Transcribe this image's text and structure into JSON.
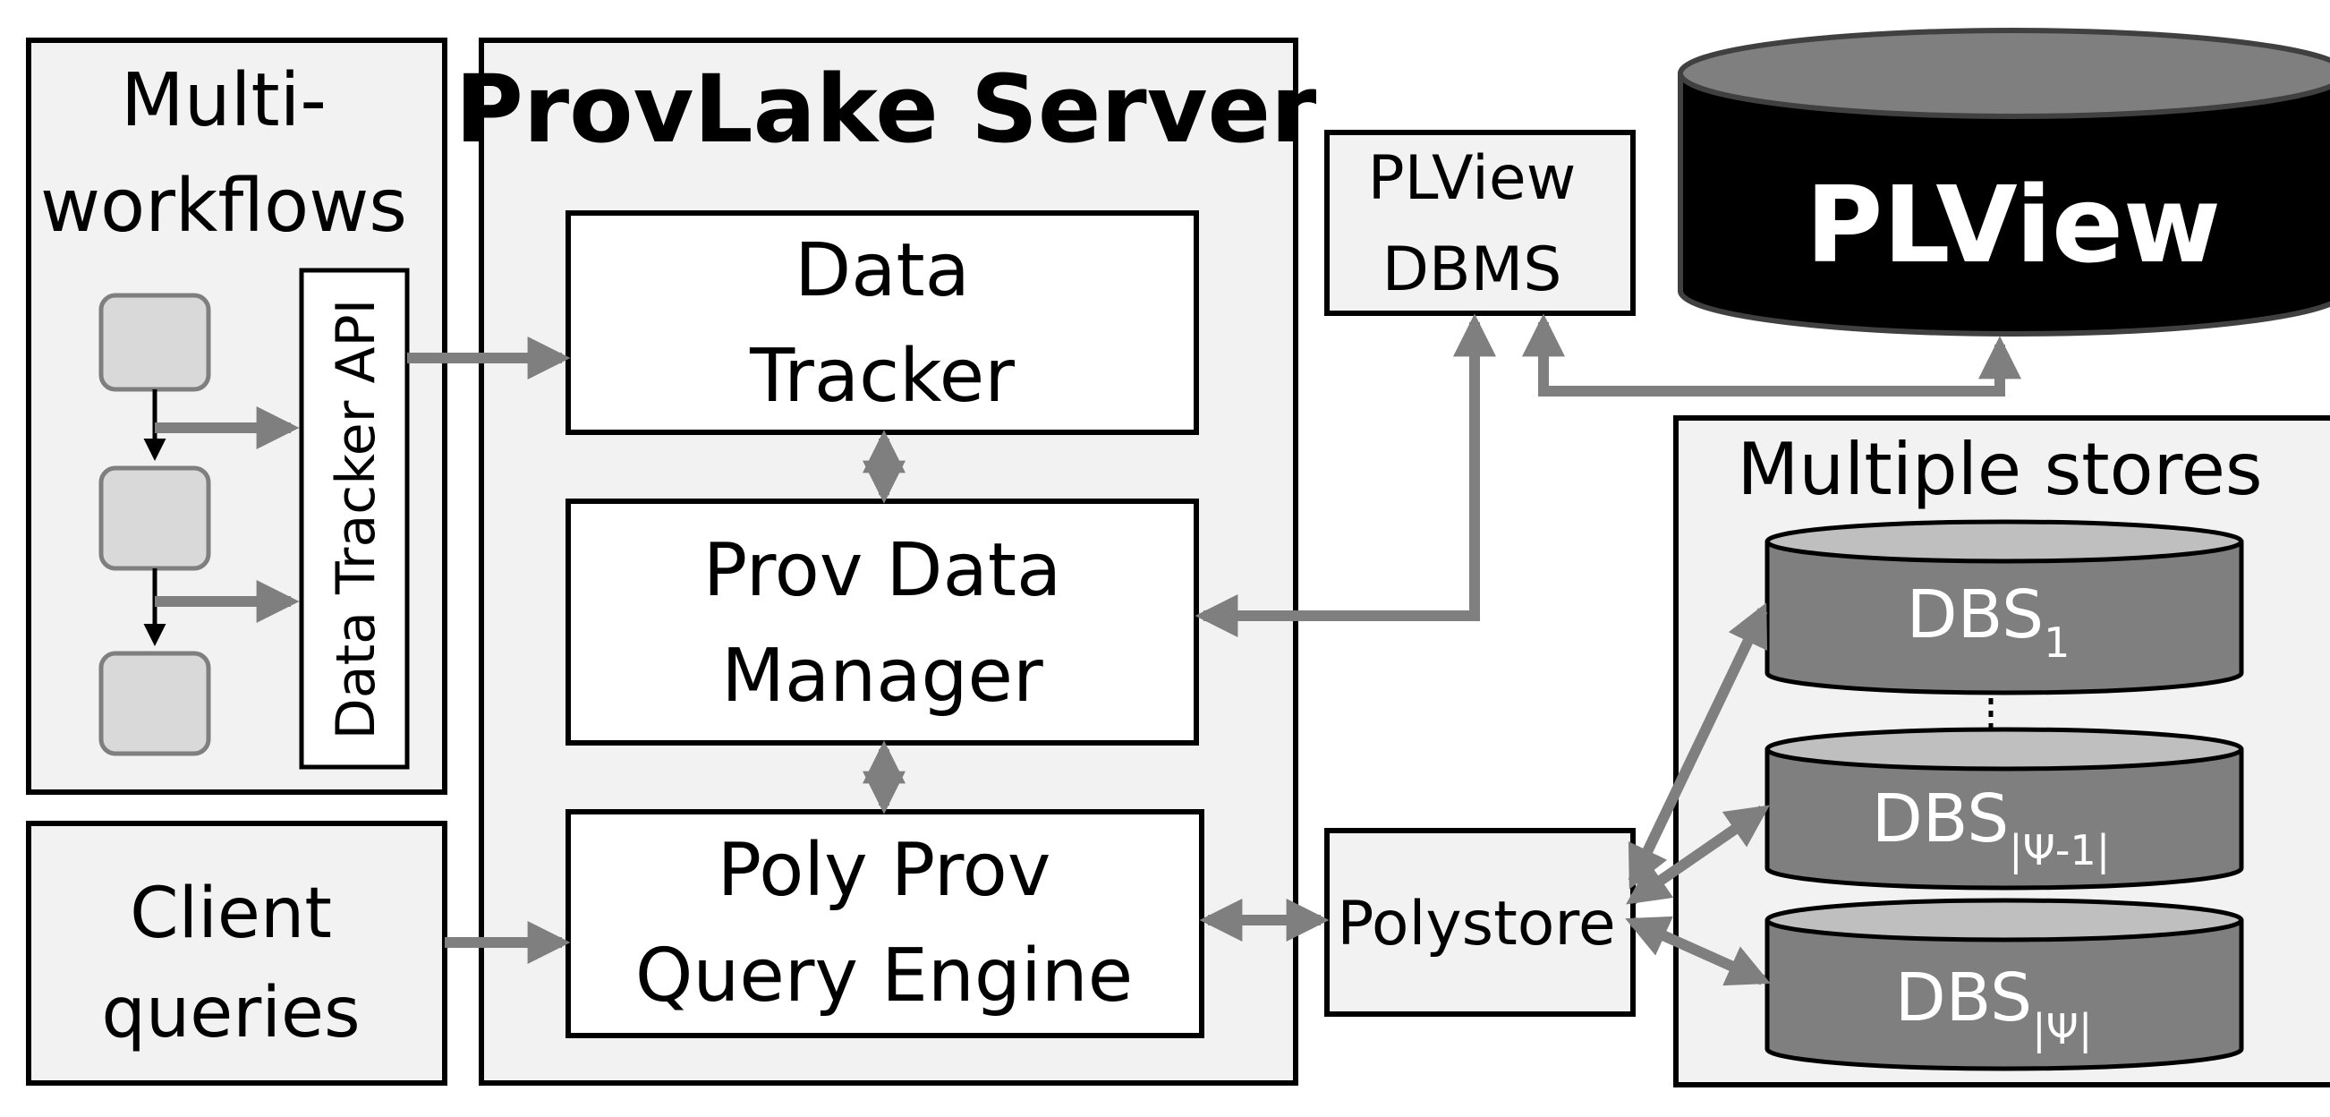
{
  "multi_workflows": {
    "line1": "Multi-",
    "line2": "workflows"
  },
  "data_tracker_api": "Data Tracker API",
  "client_queries": {
    "line1": "Client",
    "line2": "queries"
  },
  "server": {
    "title": "ProvLake Server"
  },
  "data_tracker": {
    "line1": "Data",
    "line2": "Tracker"
  },
  "prov_data_manager": {
    "line1": "Prov Data",
    "line2": "Manager"
  },
  "query_engine": {
    "line1": "Poly Prov",
    "line2": "Query Engine"
  },
  "plview_dbms": {
    "line1": "PLView",
    "line2": "DBMS"
  },
  "plview": "PLView",
  "polystore": "Polystore",
  "multiple_stores": {
    "title": "Multiple stores",
    "dbs1": {
      "base": "DBS",
      "sub": "1"
    },
    "dbs_psi_minus_1": {
      "base": "DBS",
      "sub": "|Ψ-1|"
    },
    "dbs_psi": {
      "base": "DBS",
      "sub": "|Ψ|"
    }
  },
  "colors": {
    "panel": "#f2f2f2",
    "stroke": "#000000",
    "arrow": "#7f7f7f",
    "node": "#d9d9d9",
    "cylinder": "#7f7f7f",
    "cylinder_top": "#bfbfbf",
    "plview": "#000000"
  }
}
